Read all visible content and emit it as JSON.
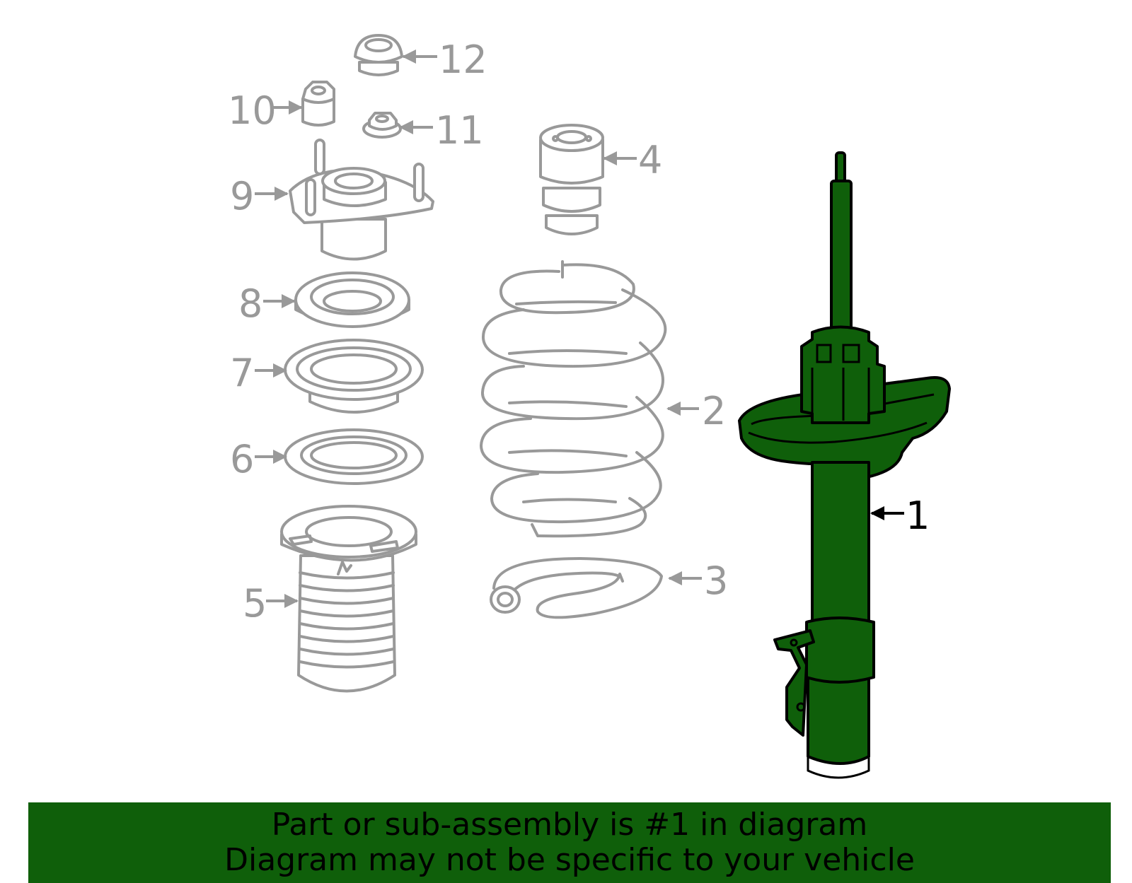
{
  "colors": {
    "highlight": "#0f5f0a",
    "muted": "#999999",
    "outline": "#000000"
  },
  "callouts": [
    {
      "number": "1",
      "highlighted": true
    },
    {
      "number": "2",
      "highlighted": false
    },
    {
      "number": "3",
      "highlighted": false
    },
    {
      "number": "4",
      "highlighted": false
    },
    {
      "number": "5",
      "highlighted": false
    },
    {
      "number": "6",
      "highlighted": false
    },
    {
      "number": "7",
      "highlighted": false
    },
    {
      "number": "8",
      "highlighted": false
    },
    {
      "number": "9",
      "highlighted": false
    },
    {
      "number": "10",
      "highlighted": false
    },
    {
      "number": "11",
      "highlighted": false
    },
    {
      "number": "12",
      "highlighted": false
    }
  ],
  "banner": {
    "line1": "Part or sub-assembly is #1 in diagram",
    "line2": "Diagram may not be specific to your vehicle"
  }
}
